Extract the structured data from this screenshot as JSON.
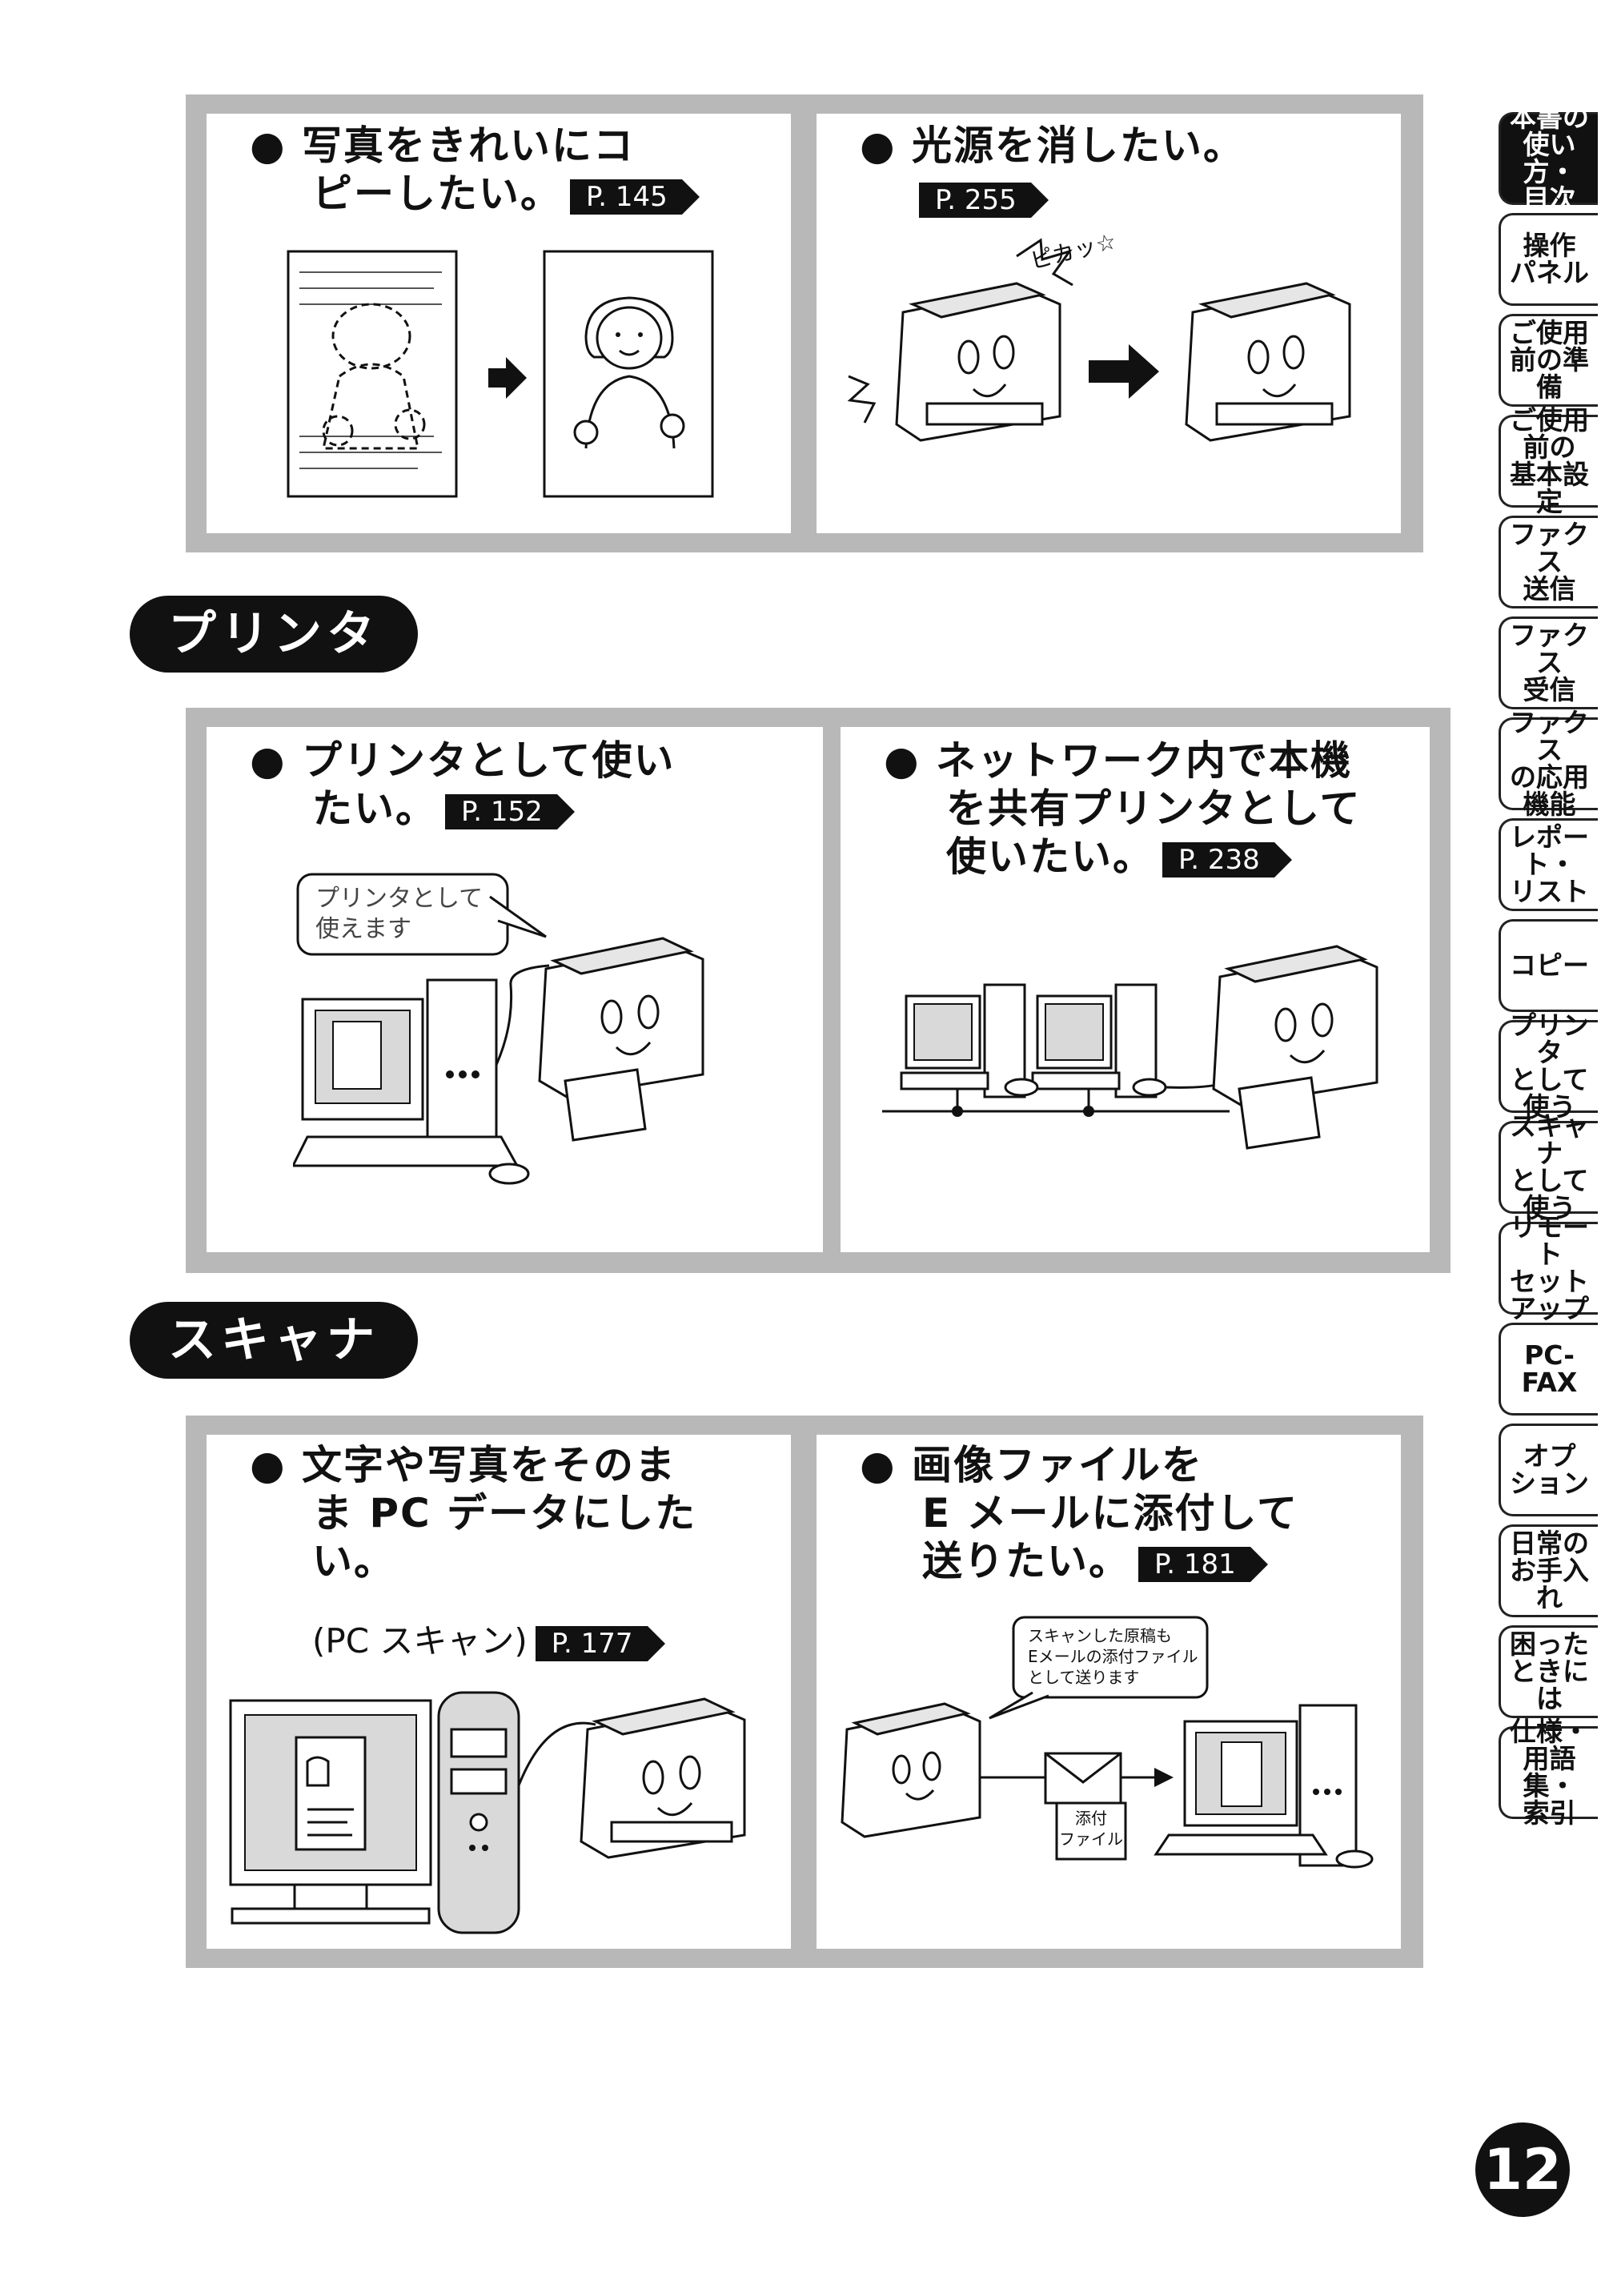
{
  "copy_panels": {
    "left": {
      "lines": [
        "● 写真をきれいにコ",
        "ピーしたい。"
      ],
      "page_ref": "P. 145"
    },
    "right": {
      "lines": [
        "● 光源を消したい。"
      ],
      "page_ref": "P. 255",
      "sound_text": "ピカッ☆"
    }
  },
  "printer_section": {
    "heading": "プリンタ",
    "left": {
      "lines": [
        "● プリンタとして使い",
        "たい。"
      ],
      "page_ref": "P. 152",
      "bubble": [
        "プリンタとして",
        "使えます"
      ]
    },
    "right": {
      "lines": [
        "● ネットワーク内で本機",
        "を共有プリンタとして",
        "使いたい。"
      ],
      "page_ref": "P. 238"
    }
  },
  "scanner_section": {
    "heading": "スキャナ",
    "left": {
      "lines": [
        "● 文字や写真をそのま",
        "ま PC データにした",
        "い。"
      ],
      "note": "(PC スキャン)",
      "page_ref": "P. 177"
    },
    "right": {
      "lines": [
        "● 画像ファイルを",
        "E メールに添付して",
        "送りたい。"
      ],
      "page_ref": "P. 181",
      "bubble": [
        "スキャンした原稿も",
        "Eメールの添付ファイル",
        "として送ります"
      ],
      "attachment_label": [
        "添付",
        "ファイル"
      ]
    }
  },
  "side_tabs": [
    {
      "label": "本書の\n使い方・\n目次",
      "active": true
    },
    {
      "label": "操作\nパネル"
    },
    {
      "label": "ご使用\n前の準備"
    },
    {
      "label": "ご使用\n前の\n基本設定"
    },
    {
      "label": "ファクス\n送信"
    },
    {
      "label": "ファクス\n受信"
    },
    {
      "label": "ファクス\nの応用\n機能"
    },
    {
      "label": "レポート・\nリスト"
    },
    {
      "label": "コピー"
    },
    {
      "label": "プリンタ\nとして\n使う"
    },
    {
      "label": "スキャナ\nとして\n使う"
    },
    {
      "label": "リモート\nセット\nアップ"
    },
    {
      "label": "PC-\nFAX"
    },
    {
      "label": "オプ\nション"
    },
    {
      "label": "日常の\nお手入れ"
    },
    {
      "label": "困った\nときには"
    },
    {
      "label": "仕様・\n用語集・\n索引"
    }
  ],
  "page_number": "12",
  "colors": {
    "band_gray": "#b8b8b8",
    "ink": "#111111",
    "screen_gray": "#d9d9d9"
  }
}
